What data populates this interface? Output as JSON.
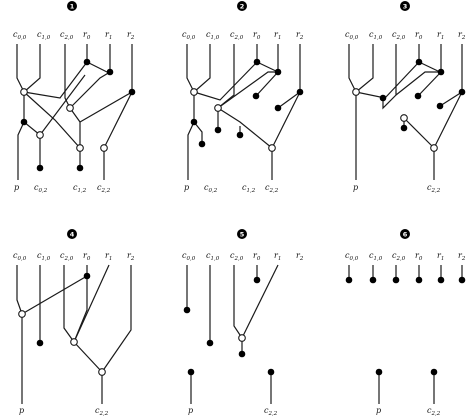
{
  "panels": [
    {
      "number": "1",
      "top_labels": [
        {
          "base": "c",
          "sub": "0,0"
        },
        {
          "base": "c",
          "sub": "1,0"
        },
        {
          "base": "c",
          "sub": "2,0"
        },
        {
          "base": "r",
          "sub": "0"
        },
        {
          "base": "r",
          "sub": "1"
        },
        {
          "base": "r",
          "sub": "2"
        }
      ],
      "bottom_labels": [
        {
          "base": "p",
          "sub": ""
        },
        {
          "base": "c",
          "sub": "0,2"
        },
        {
          "base": "c",
          "sub": "1,2"
        },
        {
          "base": "c",
          "sub": "2,2"
        }
      ]
    },
    {
      "number": "2",
      "top_labels": [
        {
          "base": "c",
          "sub": "0,0"
        },
        {
          "base": "c",
          "sub": "1,0"
        },
        {
          "base": "c",
          "sub": "2,0"
        },
        {
          "base": "r",
          "sub": "0"
        },
        {
          "base": "r",
          "sub": "1"
        },
        {
          "base": "r",
          "sub": "2"
        }
      ],
      "bottom_labels": [
        {
          "base": "p",
          "sub": ""
        },
        {
          "base": "c",
          "sub": "0,2"
        },
        {
          "base": "c",
          "sub": "1,2"
        },
        {
          "base": "c",
          "sub": "2,2"
        }
      ]
    },
    {
      "number": "3",
      "top_labels": [
        {
          "base": "c",
          "sub": "0,0"
        },
        {
          "base": "c",
          "sub": "1,0"
        },
        {
          "base": "c",
          "sub": "2,0"
        },
        {
          "base": "r",
          "sub": "0"
        },
        {
          "base": "r",
          "sub": "1"
        },
        {
          "base": "r",
          "sub": "2"
        }
      ],
      "bottom_labels": [
        {
          "base": "p",
          "sub": ""
        },
        {
          "base": "c",
          "sub": "2,2"
        }
      ]
    },
    {
      "number": "4",
      "top_labels": [
        {
          "base": "c",
          "sub": "0,0"
        },
        {
          "base": "c",
          "sub": "1,0"
        },
        {
          "base": "c",
          "sub": "2,0"
        },
        {
          "base": "r",
          "sub": "0"
        },
        {
          "base": "r",
          "sub": "1"
        },
        {
          "base": "r",
          "sub": "2"
        }
      ],
      "bottom_labels": [
        {
          "base": "p",
          "sub": ""
        },
        {
          "base": "c",
          "sub": "2,2"
        }
      ]
    },
    {
      "number": "5",
      "top_labels": [
        {
          "base": "c",
          "sub": "0,0"
        },
        {
          "base": "c",
          "sub": "1,0"
        },
        {
          "base": "c",
          "sub": "2,0"
        },
        {
          "base": "r",
          "sub": "0"
        },
        {
          "base": "r",
          "sub": "1"
        },
        {
          "base": "r",
          "sub": "2"
        }
      ],
      "bottom_labels": [
        {
          "base": "p",
          "sub": ""
        },
        {
          "base": "c",
          "sub": "2,2"
        }
      ]
    },
    {
      "number": "6",
      "top_labels": [
        {
          "base": "c",
          "sub": "0,0"
        },
        {
          "base": "c",
          "sub": "1,0"
        },
        {
          "base": "c",
          "sub": "2,0"
        },
        {
          "base": "r",
          "sub": "0"
        },
        {
          "base": "r",
          "sub": "1"
        },
        {
          "base": "r",
          "sub": "2"
        }
      ],
      "bottom_labels": [
        {
          "base": "p",
          "sub": ""
        },
        {
          "base": "c",
          "sub": "2,2"
        }
      ]
    }
  ]
}
